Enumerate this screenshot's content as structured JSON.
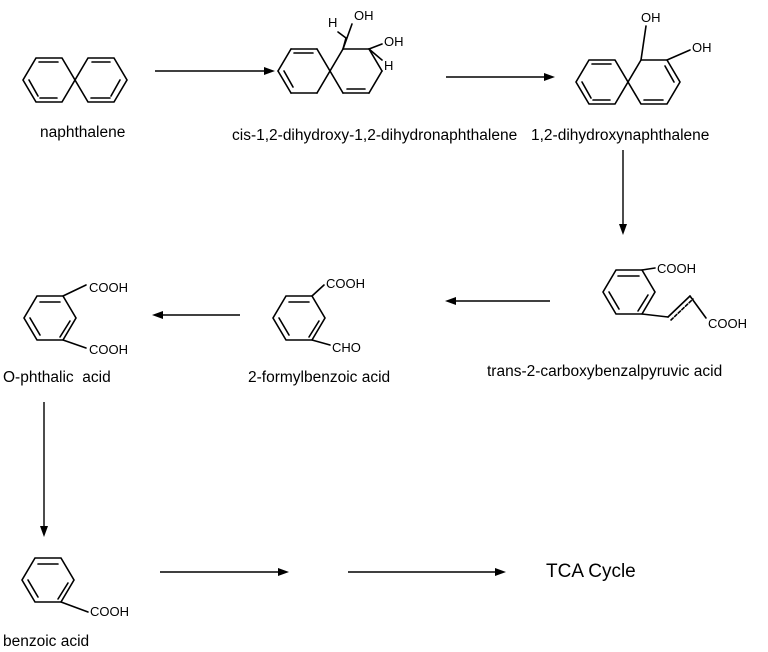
{
  "compounds": {
    "naphthalene": "naphthalene",
    "dihydrodiol": "cis-1,2-dihydroxy-1,2-dihydronaphthalene",
    "dihydroxynaphthalene": "1,2-dihydroxynaphthalene",
    "carboxybenzalpyruvic": "trans-2-carboxybenzalpyruvic acid",
    "formylbenzoic": "2-formylbenzoic acid",
    "phthalic": "O-phthalic  acid",
    "benzoic": "benzoic acid"
  },
  "end_label": "TCA Cycle",
  "atoms": {
    "oh": "OH",
    "h": "H",
    "cooh": "COOH",
    "cho": "CHO"
  }
}
